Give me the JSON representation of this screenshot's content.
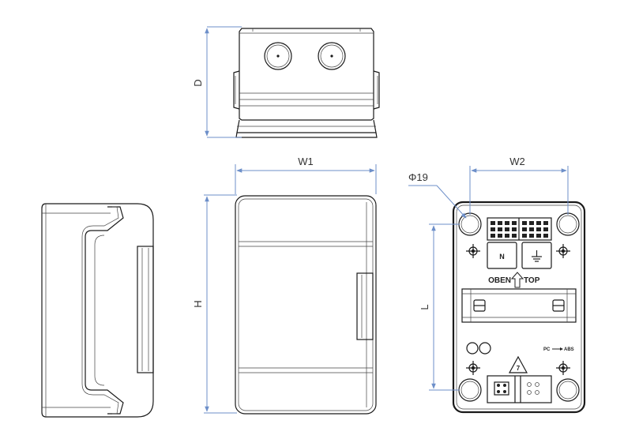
{
  "dimensions": {
    "depth_label": "D",
    "width1_label": "W1",
    "height_label": "H",
    "width2_label": "W2",
    "length_label": "L",
    "hole_label": "Φ19"
  },
  "back_panel": {
    "neutral_label": "N",
    "brand_left": "OBEN",
    "brand_right": "TOP",
    "material_label": "PC",
    "material_label_2": "ABS",
    "recycle_number": "7"
  },
  "colors": {
    "line": "#1a1a1a",
    "dimension": "#6d8fc9"
  }
}
